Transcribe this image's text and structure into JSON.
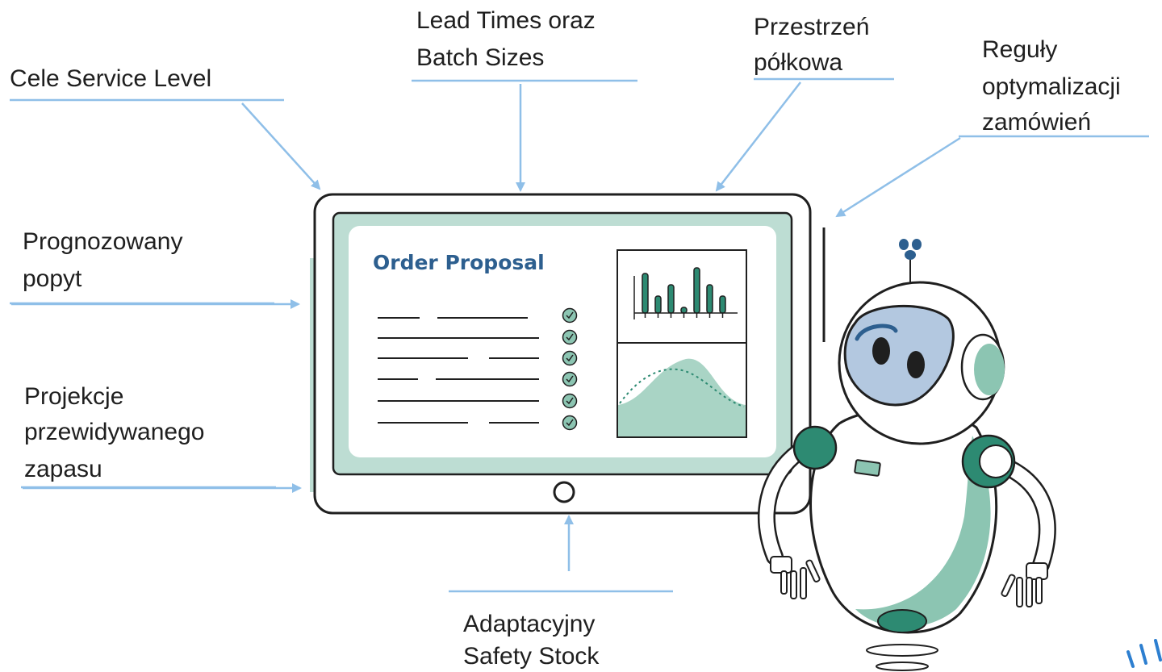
{
  "labels": {
    "service_level": "Cele Service Level",
    "lead_times_1": "Lead Times oraz",
    "lead_times_2": "Batch Sizes",
    "shelf_1": "Przestrzeń",
    "shelf_2": "półkowa",
    "rules_1": "Reguły",
    "rules_2": "optymalizacji",
    "rules_3": "zamówień",
    "forecast_1": "Prognozowany",
    "forecast_2": "popyt",
    "projection_1": "Projekcje",
    "projection_2": "przewidywanego",
    "projection_3": "zapasu",
    "safety_1": "Adaptacyjny",
    "safety_2": "Safety Stock"
  },
  "tablet": {
    "title": "Order Proposal"
  },
  "chart_data": {
    "type": "bar",
    "values": [
      7,
      3,
      5,
      1,
      8,
      5,
      3
    ]
  },
  "colors": {
    "arrow": "#8fbfe8",
    "accent": "#2d8a72",
    "screen_bg": "#bdddd3",
    "robot_green": "#8cc5b2",
    "robot_face": "#b3c8e0"
  }
}
